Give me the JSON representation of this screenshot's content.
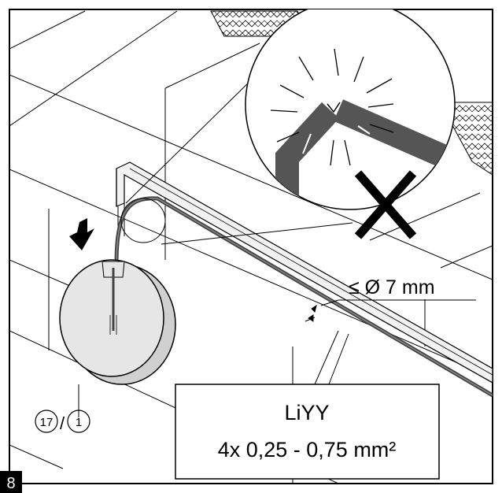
{
  "labels": {
    "diameter": "≤ Ø 7 mm",
    "cable_type": "LiYY",
    "cable_spec": "4x 0,25 - 0,75 mm²",
    "ref_a": "17",
    "ref_sep": "/",
    "ref_b": "1",
    "step_number": "8"
  },
  "colors": {
    "line": "#000000",
    "cable": "#555555",
    "sensor": "#dcdcdc",
    "badge": "#000000"
  },
  "icons": [
    "cross-icon",
    "down-arrow-icon",
    "crack-spark-icon",
    "insulation-hatch"
  ]
}
